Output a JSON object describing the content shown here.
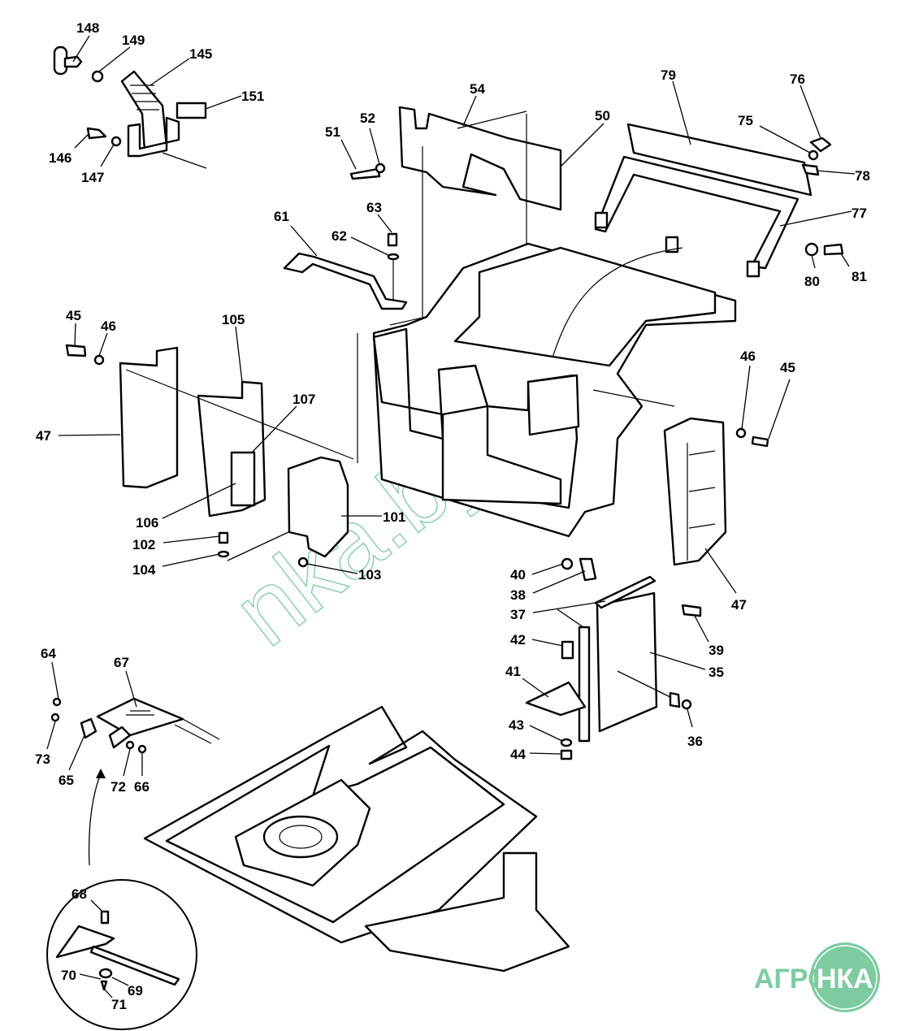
{
  "diagram": {
    "type": "exploded parts diagram",
    "watermark": "nka.by",
    "logo": {
      "prefix": "АГРО",
      "suffix": "НКА",
      "color": "#7ecba1"
    },
    "callouts": [
      "148",
      "149",
      "145",
      "151",
      "146",
      "147",
      "54",
      "51",
      "52",
      "50",
      "79",
      "76",
      "75",
      "78",
      "77",
      "80",
      "81",
      "61",
      "62",
      "63",
      "45",
      "46",
      "105",
      "107",
      "47",
      "106",
      "102",
      "104",
      "101",
      "103",
      "46",
      "45",
      "47",
      "40",
      "38",
      "37",
      "42",
      "41",
      "43",
      "44",
      "39",
      "35",
      "36",
      "64",
      "67",
      "73",
      "65",
      "72",
      "66",
      "68",
      "70",
      "69",
      "71"
    ]
  }
}
